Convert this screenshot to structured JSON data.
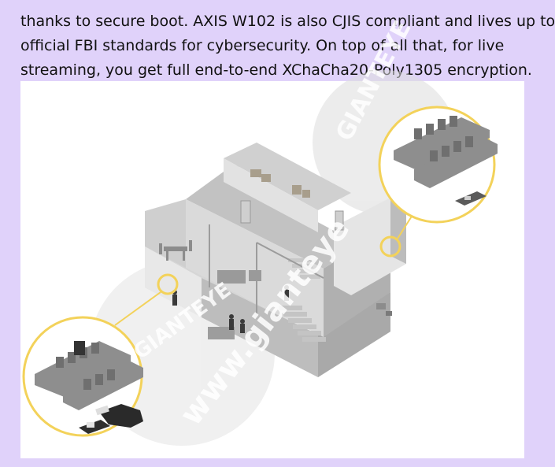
{
  "article": {
    "lines": [
      "thanks to secure boot. AXIS W102 is also CJIS compliant and lives up to",
      "official FBI standards for cybersecurity. On top of all that, for live",
      "streaming, you get full end-to-end XChaCha20-Poly1305 encryption."
    ]
  },
  "figure": {
    "watermark_brand": "GIANTEYE",
    "watermark_url": "www.gianteye"
  },
  "colors": {
    "page_background": "#e0d2fa",
    "highlight_ring": "#f3d25a",
    "building_wall": "#c9c9c9"
  }
}
